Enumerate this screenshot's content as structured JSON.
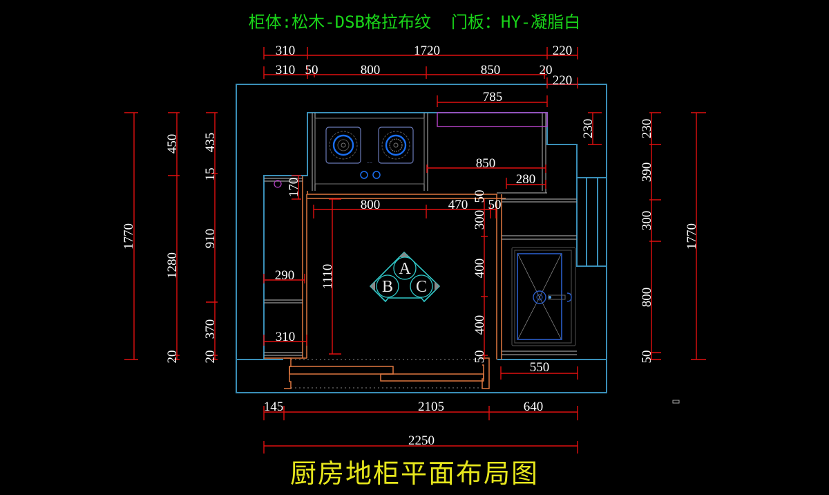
{
  "header": {
    "cabinet_material": "柜体:松木-DSB格拉布纹",
    "door_material": "门板：HY-凝脂白"
  },
  "title": "厨房地柜平面布局图",
  "colors": {
    "background": "#000000",
    "wall": "#3a8fb8",
    "dimension": "#e01010",
    "cabinet": "#e07840",
    "appliance_outline": "#9a9a9a",
    "burner": "#1a6ef0",
    "hood_rect": "#b040c0",
    "corner_unit": "#30c8c8",
    "header_text": "#19d419",
    "title_text": "#e6e61c"
  },
  "dimensions": {
    "top_row1": [
      "310",
      "1720",
      "220"
    ],
    "top_row2": [
      "310",
      "50",
      "800",
      "850",
      "20"
    ],
    "top_row3": [
      "220"
    ],
    "counter_hood": "785",
    "counter_width": "850",
    "counter_step": "280",
    "right_wall_step": "230",
    "left_outer": "1770",
    "left_mid": [
      "450",
      "1280",
      "20"
    ],
    "left_inner": [
      "435",
      "15",
      "910",
      "370",
      "20"
    ],
    "left_cabinet_depth": "170",
    "left_cabinet_widths": [
      "290",
      "310"
    ],
    "floor_width": [
      "800",
      "470"
    ],
    "floor_small": [
      "50",
      "50"
    ],
    "floor_height": "1110",
    "right_inner": [
      "300",
      "400",
      "400",
      "50"
    ],
    "sink_width": "550",
    "right_outer_segments": [
      "230",
      "390",
      "300",
      "800",
      "50"
    ],
    "right_outer_total": "1770",
    "bottom_row1": [
      "145",
      "2105",
      "640"
    ],
    "bottom_total": "2250"
  },
  "corner_unit_labels": [
    "A",
    "B",
    "C"
  ],
  "appliances": [
    "gas-stove",
    "sink",
    "range-hood"
  ]
}
